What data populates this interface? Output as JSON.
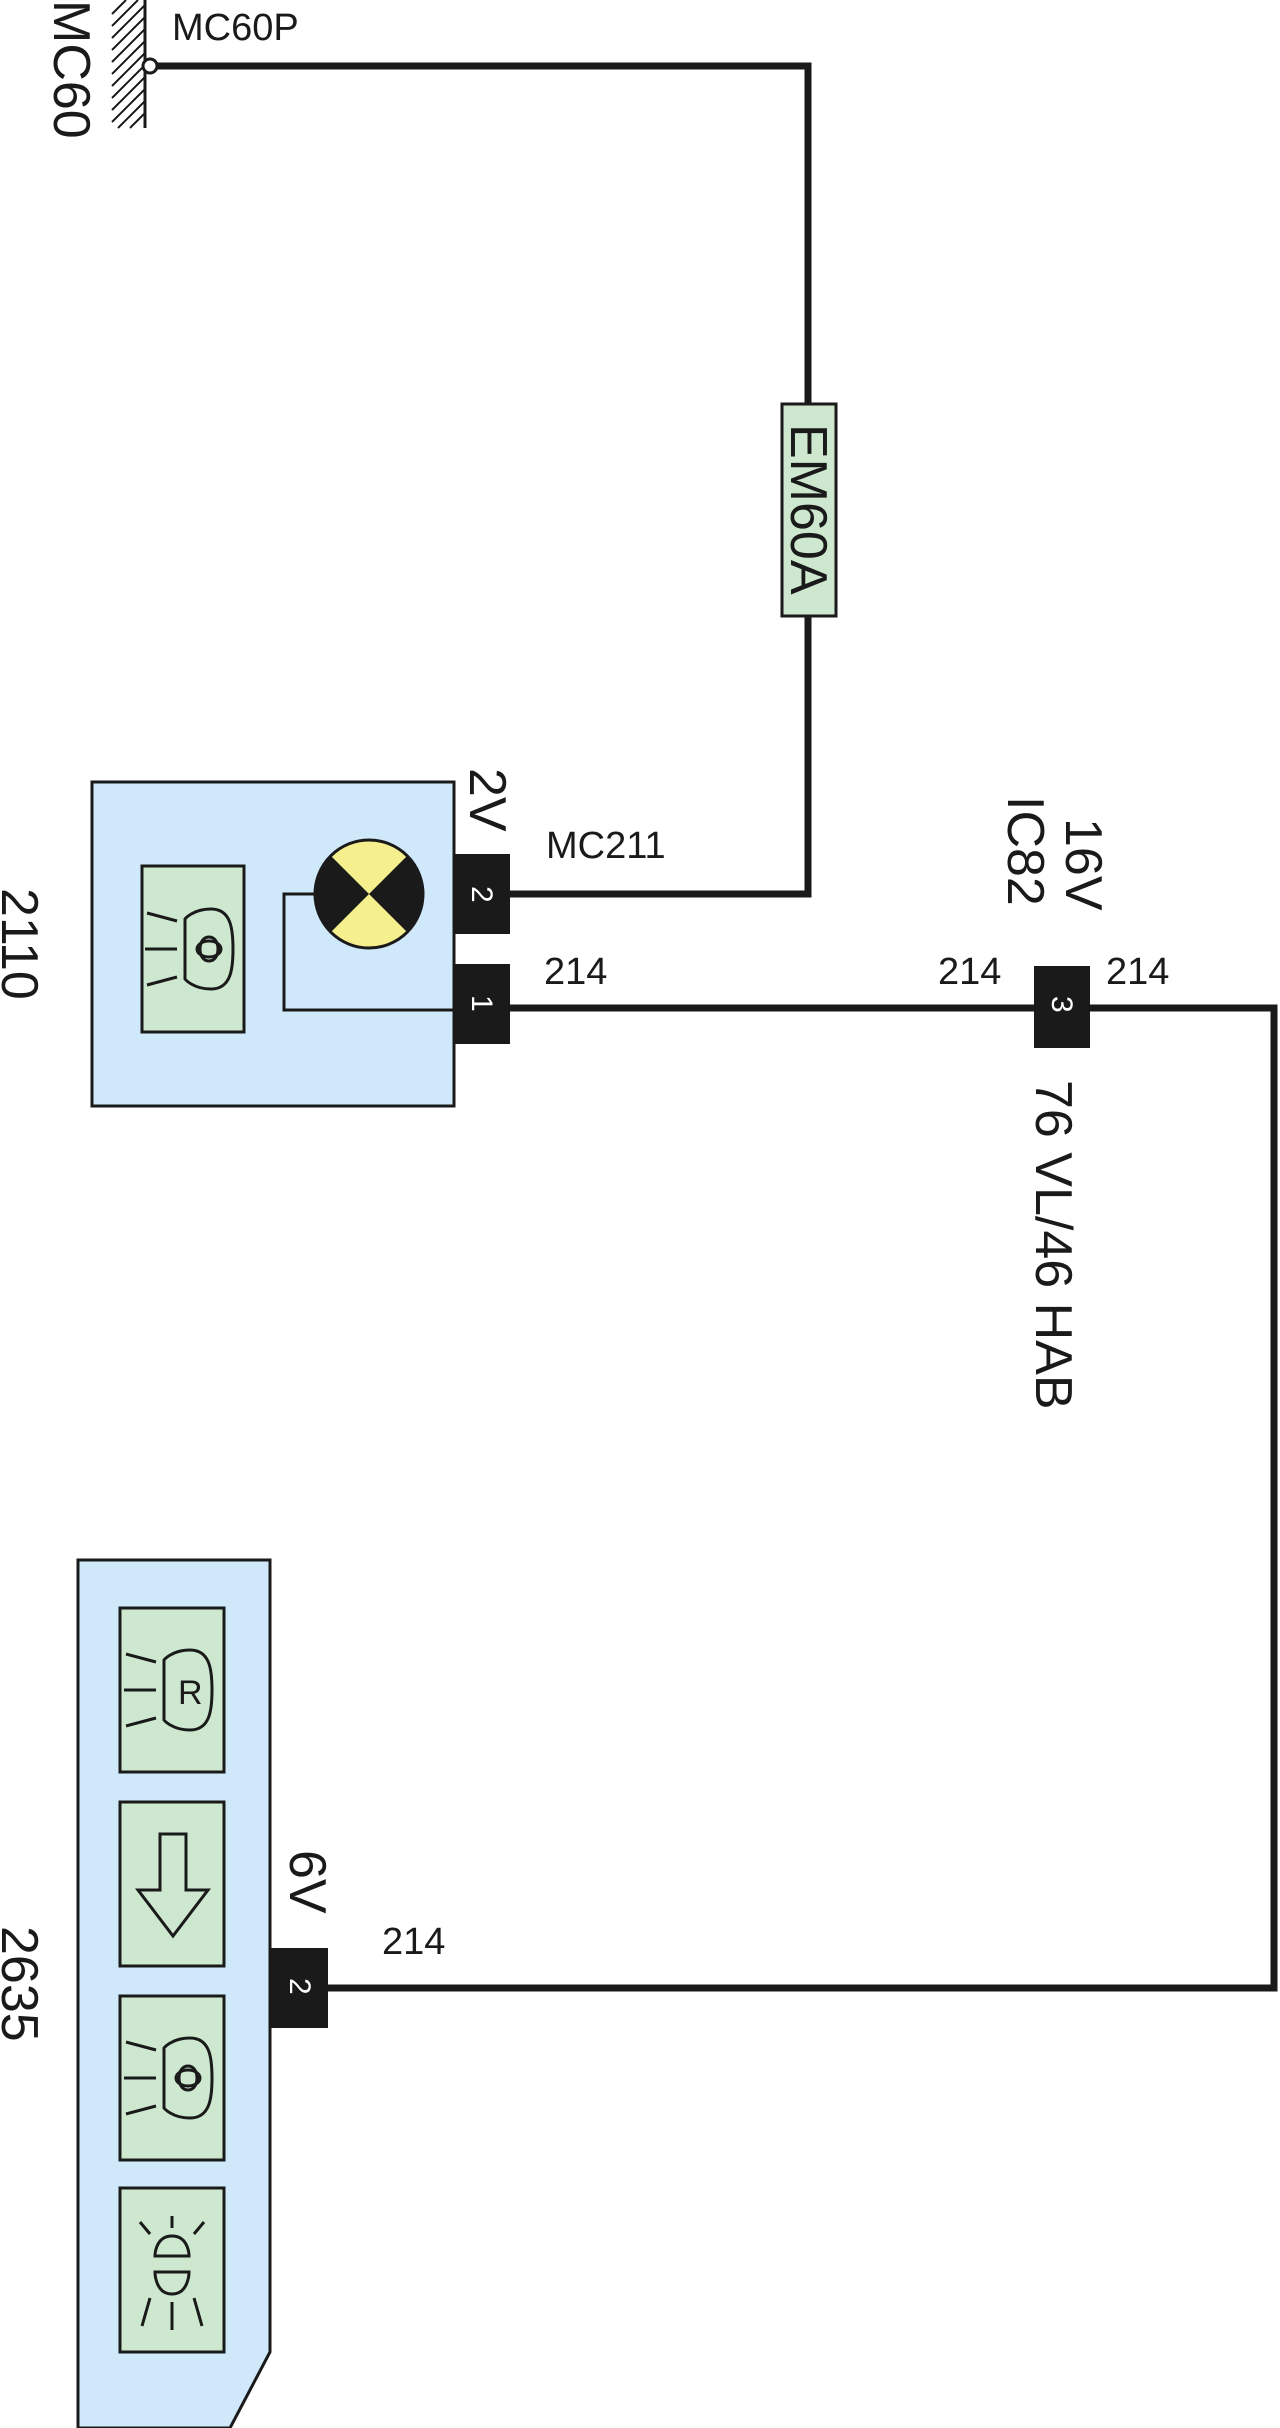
{
  "ground": {
    "label": "MC60",
    "point": "MC60P"
  },
  "fuse": {
    "label": "EM60A"
  },
  "component_2110": {
    "id": "2110",
    "connector": "2V",
    "pins": {
      "upper": "2",
      "lower": "1"
    },
    "wire_upper": "MC211",
    "wire_lower": "214"
  },
  "connector_ic82": {
    "id": "IC82",
    "ways": "16V",
    "pin": "3",
    "wire_left": "214",
    "wire_right": "214",
    "note": "76 VL/46 HAB"
  },
  "component_2635": {
    "id": "2635",
    "connector": "6V",
    "pin": "2",
    "wire": "214",
    "icons": [
      "reversing-lamp-icon",
      "down-arrow-icon",
      "headlamp-icon",
      "sidelamp-icon"
    ]
  },
  "colors": {
    "wire": "#1a1a1a",
    "module_fill": "#cfe9fb",
    "symbol_fill": "#cde8cf",
    "fuse_fill": "#cde8cf",
    "bulb_yellow": "#f6ef8e",
    "pin_block": "#1a1a1a"
  }
}
